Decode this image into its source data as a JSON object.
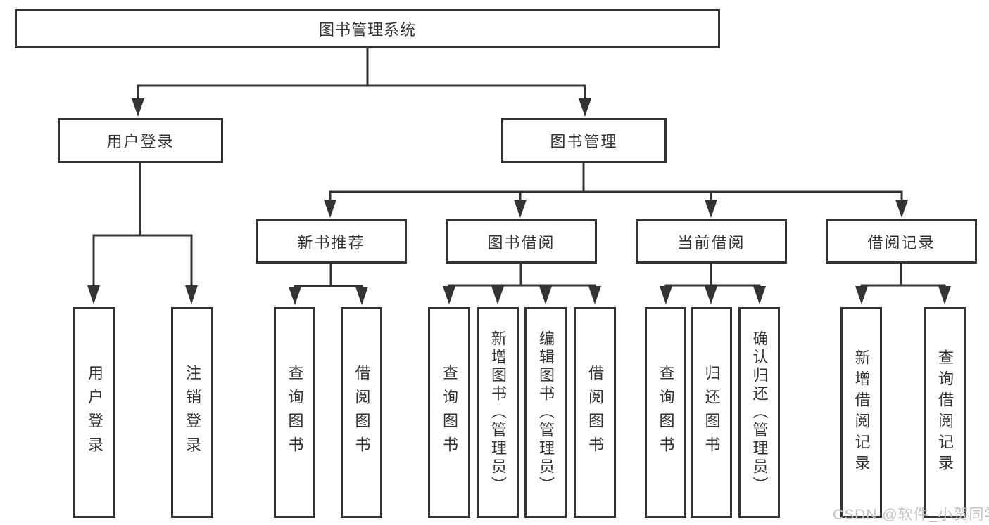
{
  "tree": {
    "label": "图书管理系统",
    "children": [
      {
        "label": "用户登录",
        "children": [
          {
            "label": "用户登录"
          },
          {
            "label": "注销登录"
          }
        ]
      },
      {
        "label": "图书管理",
        "children": [
          {
            "label": "新书推荐",
            "children": [
              {
                "label": "查询图书"
              },
              {
                "label": "借阅图书"
              }
            ]
          },
          {
            "label": "图书借阅",
            "children": [
              {
                "label": "查询图书"
              },
              {
                "label": "新增图书（管理员）"
              },
              {
                "label": "编辑图书（管理员）"
              },
              {
                "label": "借阅图书"
              }
            ]
          },
          {
            "label": "当前借阅",
            "children": [
              {
                "label": "查询图书"
              },
              {
                "label": "归还图书"
              },
              {
                "label": "确认归还（管理员）"
              }
            ]
          },
          {
            "label": "借阅记录",
            "children": [
              {
                "label": "新增借阅记录"
              },
              {
                "label": "查询借阅记录"
              }
            ]
          }
        ]
      }
    ]
  },
  "colors": {
    "line": "#333333",
    "text": "#333333",
    "background": "#ffffff",
    "watermark": "#c2c2c2"
  },
  "watermark": {
    "text": "CSDN @软件_小贺同学"
  }
}
